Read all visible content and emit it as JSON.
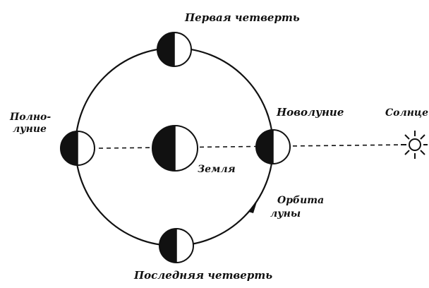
{
  "labels": {
    "first_quarter": "Первая четверть",
    "full_moon_line1": "Полно-",
    "full_moon_line2": "луние",
    "new_moon": "Новолуние",
    "sun": "Солнце",
    "earth": "Земля",
    "orbit_line1": "Орбита",
    "orbit_line2": "луны",
    "last_quarter": "Последняя четверть"
  },
  "colors": {
    "ink": "#111111",
    "paper": "#ffffff"
  }
}
